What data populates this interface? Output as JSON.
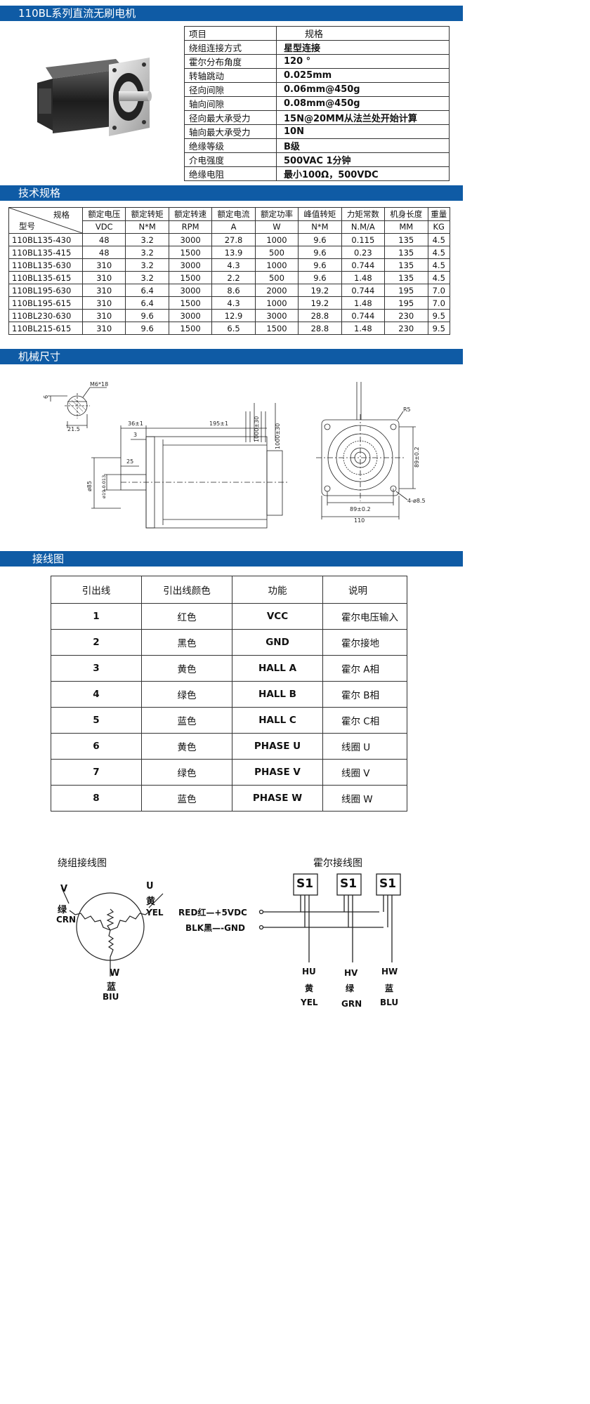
{
  "header": {
    "title": "110BL系列直流无刷电机"
  },
  "product_photo": {
    "icon": "bldc-motor-photo"
  },
  "spec_table": {
    "rows": [
      {
        "key": "项目",
        "value": "规格"
      },
      {
        "key": "绕组连接方式",
        "value": "星型连接"
      },
      {
        "key": "霍尔分布角度",
        "value": "120 °"
      },
      {
        "key": "转轴跳动",
        "value": "0.025mm"
      },
      {
        "key": "径向间隙",
        "value": "0.06mm@450g"
      },
      {
        "key": "轴向间隙",
        "value": "0.08mm@450g"
      },
      {
        "key": "径向最大承受力",
        "value": "15N@20MM从法兰处开始计算"
      },
      {
        "key": "轴向最大承受力",
        "value": "10N"
      },
      {
        "key": "绝缘等级",
        "value": "B级"
      },
      {
        "key": "介电强度",
        "value": "500VAC 1分钟"
      },
      {
        "key": "绝缘电阻",
        "value": "最小100Ω，500VDC"
      }
    ]
  },
  "tech_section": {
    "title": "技术规格",
    "corner_top": "规格",
    "corner_bottom": "型号",
    "headers": [
      "额定电压",
      "额定转矩",
      "额定转速",
      "额定电流",
      "额定功率",
      "峰值转矩",
      "力矩常数",
      "机身长度",
      "重量"
    ],
    "units": [
      "VDC",
      "N*M",
      "RPM",
      "A",
      "W",
      "N*M",
      "N.M/A",
      "MM",
      "KG"
    ],
    "rows": [
      [
        "110BL135-430",
        "48",
        "3.2",
        "3000",
        "27.8",
        "1000",
        "9.6",
        "0.115",
        "135",
        "4.5"
      ],
      [
        "110BL135-415",
        "48",
        "3.2",
        "1500",
        "13.9",
        "500",
        "9.6",
        "0.23",
        "135",
        "4.5"
      ],
      [
        "110BL135-630",
        "310",
        "3.2",
        "3000",
        "4.3",
        "1000",
        "9.6",
        "0.744",
        "135",
        "4.5"
      ],
      [
        "110BL135-615",
        "310",
        "3.2",
        "1500",
        "2.2",
        "500",
        "9.6",
        "1.48",
        "135",
        "4.5"
      ],
      [
        "110BL195-630",
        "310",
        "6.4",
        "3000",
        "8.6",
        "2000",
        "19.2",
        "0.744",
        "195",
        "7.0"
      ],
      [
        "110BL195-615",
        "310",
        "6.4",
        "1500",
        "4.3",
        "1000",
        "19.2",
        "1.48",
        "195",
        "7.0"
      ],
      [
        "110BL230-630",
        "310",
        "9.6",
        "3000",
        "12.9",
        "3000",
        "28.8",
        "0.744",
        "230",
        "9.5"
      ],
      [
        "110BL215-615",
        "310",
        "9.6",
        "1500",
        "6.5",
        "1500",
        "28.8",
        "1.48",
        "230",
        "9.5"
      ]
    ]
  },
  "mech_section": {
    "title": "机械尺寸",
    "dims": {
      "key_m6": "M6*18",
      "key_6": "6",
      "key_215": "21.5",
      "shaft_len": "36±1",
      "body_len": "195±1",
      "d3": "3",
      "lead1": "1000±30",
      "lead2": "1000±30",
      "d25": "25",
      "d85": "ø85",
      "d19": "ø19-0.013",
      "r5": "R5",
      "h89": "89±0.2",
      "w89": "89±0.2",
      "holes": "4-ø8.5",
      "w110": "110"
    }
  },
  "wiring_section": {
    "title": "接线图",
    "headers": [
      "引出线",
      "引出线颜色",
      "功能",
      "说明"
    ],
    "rows": [
      [
        "1",
        "红色",
        "VCC",
        "霍尔电压输入"
      ],
      [
        "2",
        "黑色",
        "GND",
        "霍尔接地"
      ],
      [
        "3",
        "黄色",
        "HALL A",
        "霍尔 A相"
      ],
      [
        "4",
        "绿色",
        "HALL B",
        "霍尔 B相"
      ],
      [
        "5",
        "蓝色",
        "HALL C",
        "霍尔 C相"
      ],
      [
        "6",
        "黄色",
        "PHASE U",
        "线圈 U"
      ],
      [
        "7",
        "绿色",
        "PHASE V",
        "线圈 V"
      ],
      [
        "8",
        "蓝色",
        "PHASE W",
        "线圈 W"
      ]
    ]
  },
  "winding_diagram": {
    "title": "绕组接线图",
    "v_label": "V",
    "v_cn": "绿",
    "v_en": "CRN",
    "u_label": "U",
    "u_cn": "黄",
    "u_en": "YEL",
    "w_label": "W",
    "w_cn": "蓝",
    "w_en": "BIU"
  },
  "hall_diagram": {
    "title": "霍尔接线图",
    "sensor": "S1",
    "red_line": "RED红—+5VDC",
    "blk_line": "BLK黑—-GND",
    "outputs": [
      {
        "code": "HU",
        "cn": "黄",
        "en": "YEL"
      },
      {
        "code": "HV",
        "cn": "绿",
        "en": "GRN"
      },
      {
        "code": "HW",
        "cn": "蓝",
        "en": "BLU"
      }
    ]
  }
}
